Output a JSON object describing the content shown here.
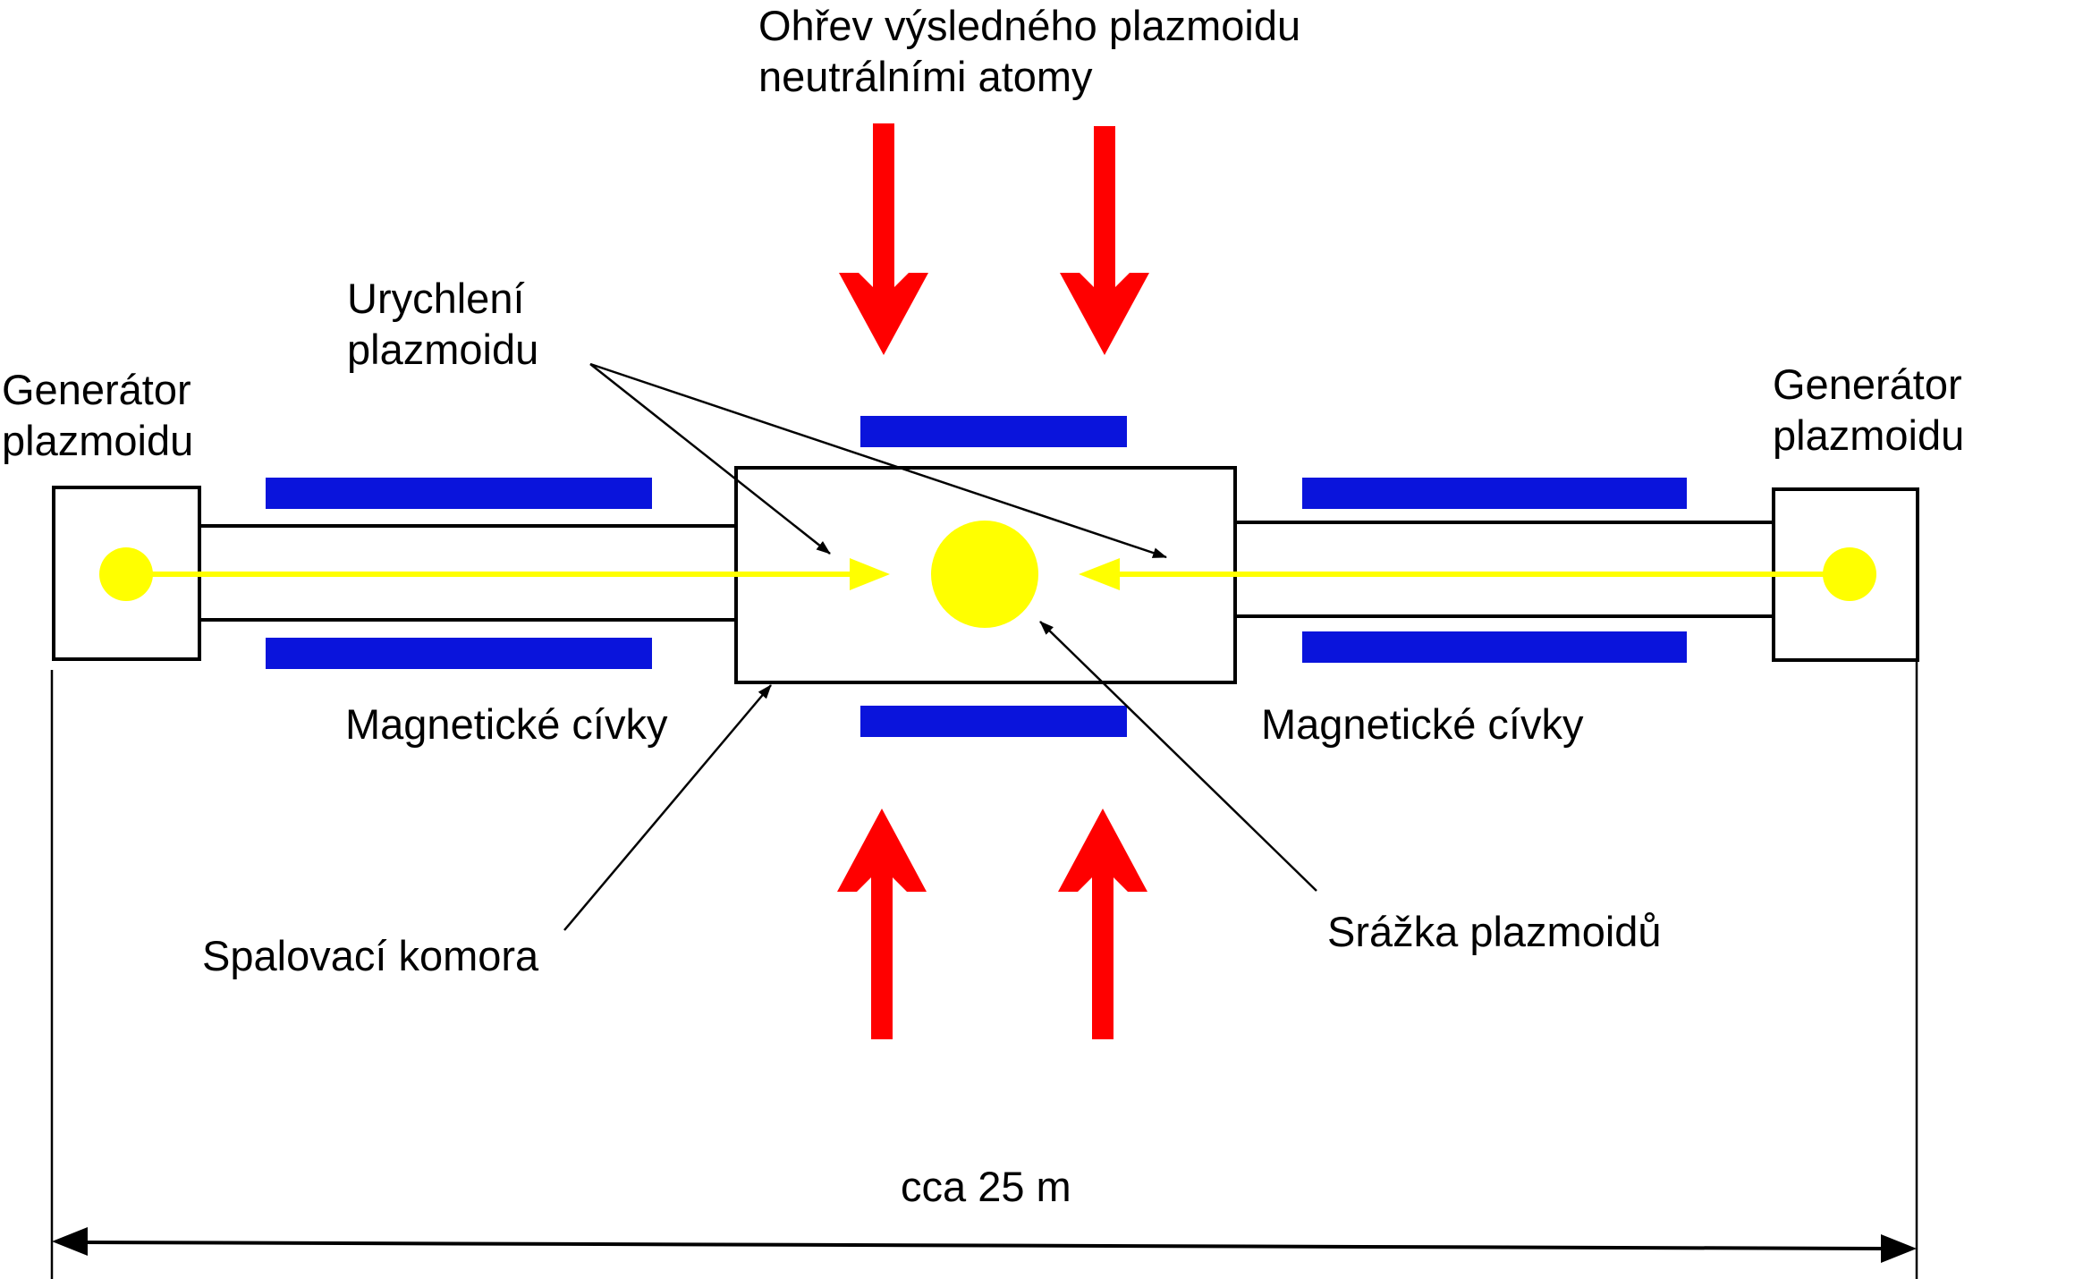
{
  "labels": {
    "heating_line1": "Ohřev výsledného plazmoidu",
    "heating_line2": "neutrálními atomy",
    "acceleration_line1": "Urychlení",
    "acceleration_line2": "plazmoidu",
    "generator_left_line1": "Generátor",
    "generator_left_line2": "plazmoidu",
    "generator_right_line1": "Generátor",
    "generator_right_line2": "plazmoidu",
    "coils_left": "Magnetické cívky",
    "coils_right": "Magnetické cívky",
    "combustion_chamber": "Spalovací komora",
    "collision": "Srážka plazmoidů",
    "length": "cca 25 m"
  },
  "colors": {
    "coil": "#0a14dc",
    "plasmoid": "#ffff00",
    "heating_arrow": "#ff0000",
    "outline": "#000000"
  }
}
